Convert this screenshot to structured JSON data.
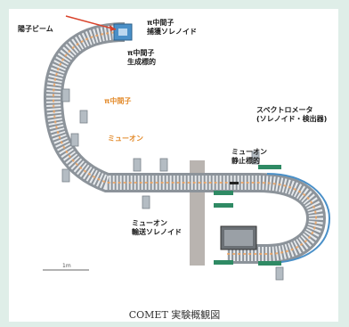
{
  "labels": {
    "proton_beam": "陽子ビーム",
    "pion_solenoid": "π中間子\n捕獲ソレノイド",
    "pion_target": "π中間子\n生成標的",
    "pion": "π中間子",
    "muon": "ミューオン",
    "muon_solenoid": "ミューオン\n輸送ソレノイド",
    "muon_stop_target": "ミューオン\n静止標的",
    "spectrometer": "スペクトロメータ\n(ソレノイド・検出器)"
  },
  "scale_label": "1m",
  "caption": "COMET 実験概観図",
  "colors": {
    "background_frame": "#dfeee8",
    "beam_arrow": "#d9432b",
    "orange_label": "#e38a2a",
    "solenoid_body": "#dcdfe3",
    "solenoid_ring": "#8c939a",
    "detector_blue": "#4a90c8",
    "green_coil": "#2f8a64",
    "wall": "#b9b4b0"
  }
}
